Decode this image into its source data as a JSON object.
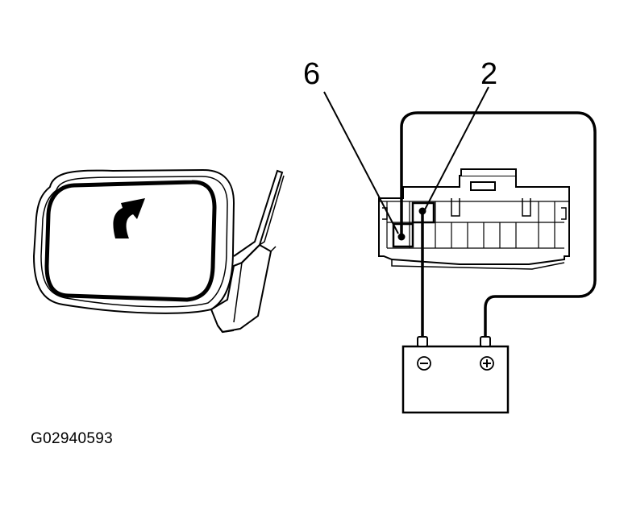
{
  "diagram": {
    "connector_pins": {
      "pin_a": "6",
      "pin_b": "2"
    },
    "battery": {
      "negative_symbol": "⊖",
      "positive_symbol": "⊕"
    },
    "figure_code": "G02940593",
    "mirror_arrow_icon": "curved-up-arrow-icon"
  },
  "colors": {
    "line": "#000000",
    "background": "#ffffff"
  }
}
